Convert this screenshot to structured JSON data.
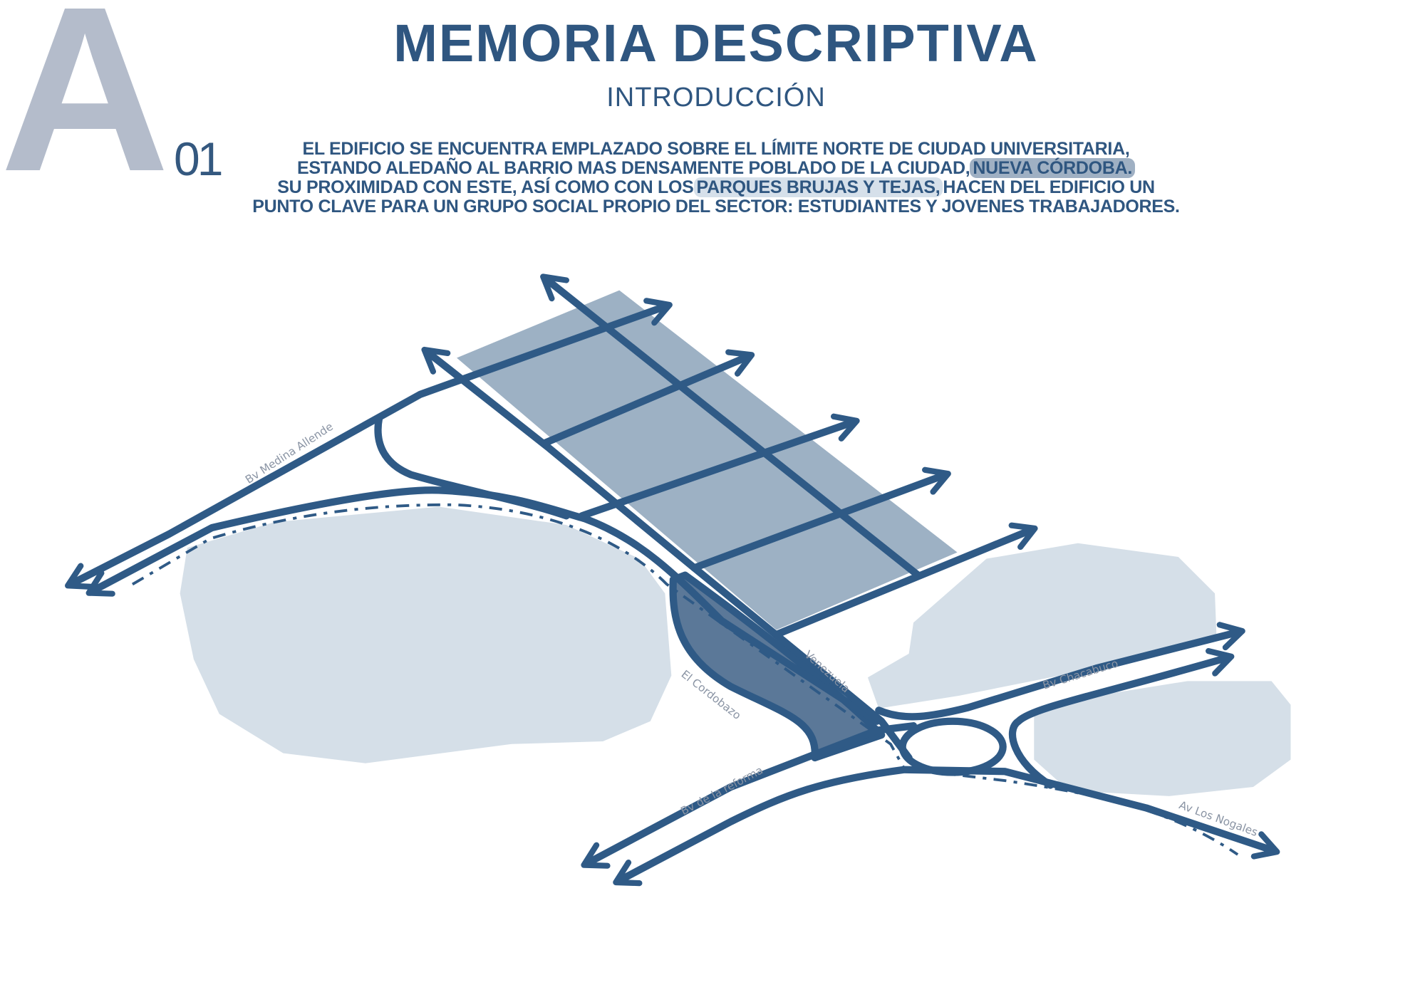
{
  "header": {
    "section_letter": "A",
    "section_number": "01",
    "title": "MEMORIA DESCRIPTIVA",
    "subtitle": "INTRODUCCIÓN"
  },
  "intro": {
    "line1": "EL EDIFICIO SE ENCUENTRA EMPLAZADO SOBRE EL LÍMITE NORTE DE CIUDAD UNIVERSITARIA,",
    "line2_pre": "ESTANDO ALEDAÑO AL BARRIO MAS DENSAMENTE POBLADO DE LA CIUDAD,",
    "line2_highlight": "NUEVA CÓRDOBA.",
    "line3_pre": "SU PROXIMIDAD CON ESTE, ASÍ COMO CON LOS",
    "line3_highlight": "PARQUES BRUJAS Y TEJAS,",
    "line3_post": "HACEN DEL EDIFICIO UN",
    "line4": "PUNTO CLAVE PARA UN GRUPO SOCIAL PROPIO DEL SECTOR: ESTUDIANTES Y JOVENES TRABAJADORES."
  },
  "map": {
    "streets": {
      "medina_allende": "Bv Medina Allende",
      "venezuela": "Venezuela",
      "cordobazo": "El Cordobazo",
      "reforma": "Bv de la reforma",
      "chacabuco": "Bv Chacabuco",
      "nogales": "Av Los Nogales"
    },
    "colors": {
      "road": "#2f5a86",
      "grid_block": "#9db1c4",
      "park": "#d5dfe8",
      "site": "#5b7898",
      "label": "#8a94a4"
    }
  }
}
